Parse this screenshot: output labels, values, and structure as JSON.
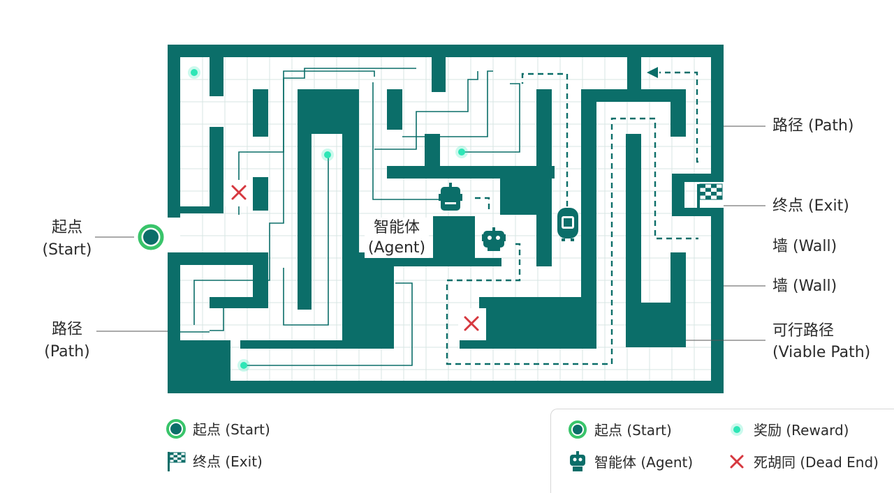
{
  "colors": {
    "wall": "#0b6e69",
    "grid": "#d7e5e3",
    "path_line": "#0b6e69",
    "reward": "#2ee6b6",
    "start_ring": "#39c46a",
    "dead_end": "#d6383f",
    "leader": "#555555"
  },
  "labels": {
    "path_right_top": "路径 (Path)",
    "exit": "终点 (Exit)",
    "wall_1": "墙 (Wall)",
    "wall_2": "墙 (Wall)",
    "viable_path_zh": "可行路径",
    "viable_path_en": "(Viable Path)",
    "start_zh": "起点",
    "start_en": "(Start)",
    "path_left_zh": "路径",
    "path_left_en": "(Path)",
    "agent_zh": "智能体",
    "agent_en": "(Agent)"
  },
  "legend_left": {
    "start": "起点 (Start)",
    "exit": "终点 (Exit)"
  },
  "legend_right": {
    "start": "起点 (Start)",
    "reward": "奖励 (Reward)",
    "agent": "智能体 (Agent)",
    "dead_end": "死胡同 (Dead End)"
  },
  "icons": [
    "start-icon",
    "exit-flag-icon",
    "agent-robot-icon",
    "reward-dot-icon",
    "dead-end-x-icon"
  ]
}
